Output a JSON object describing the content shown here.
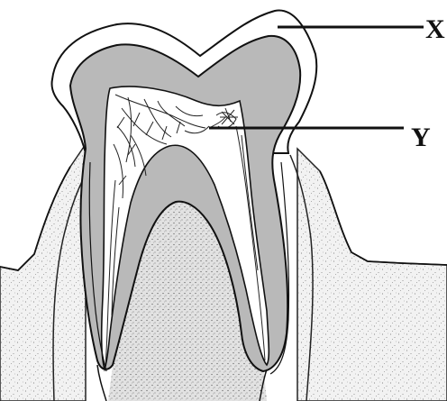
{
  "diagram": {
    "labels": [
      {
        "id": "X",
        "text": "X"
      },
      {
        "id": "Y",
        "text": "Y"
      }
    ]
  }
}
